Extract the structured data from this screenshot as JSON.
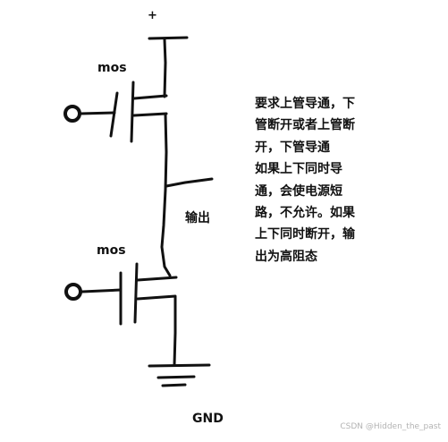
{
  "diagram": {
    "supply_label": "+",
    "top_transistor_label": "mos",
    "bottom_transistor_label": "mos",
    "output_label": "输出",
    "ground_label": "GND",
    "explanation_lines": [
      "要求上管导通，下",
      "管断开或者上管断",
      "开，下管导通",
      "如果上下同时导",
      "通，会使电源短",
      "路，不允许。如果",
      "上下同时断开，输",
      "出为高阻态"
    ],
    "watermark": "CSDN @Hidden_the_past"
  },
  "colors": {
    "ink": "#111111",
    "background": "#ffffff",
    "watermark": "#b3b3b3"
  }
}
